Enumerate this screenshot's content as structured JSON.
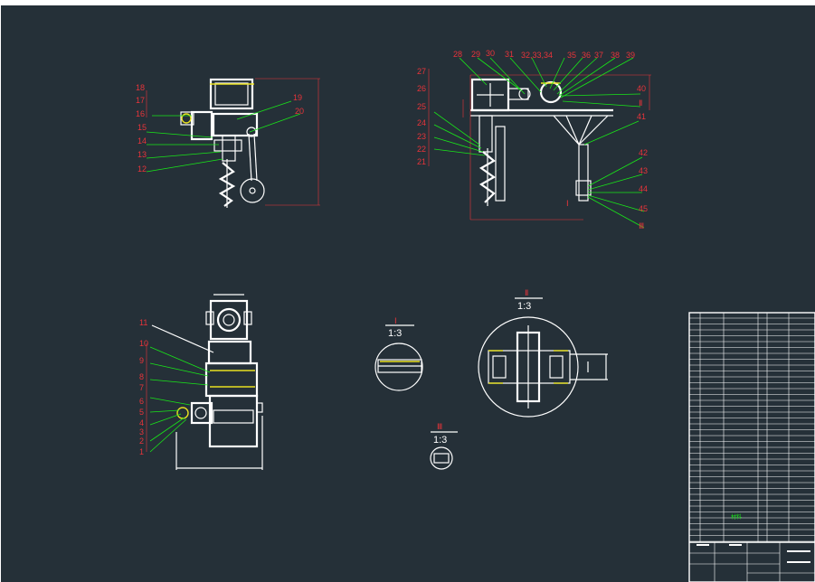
{
  "colors": {
    "background": "#253038",
    "frame": "#ffffff",
    "balloon_text": "#e8343a",
    "leader": "#19e619",
    "highlight": "#e8e020"
  },
  "views": {
    "front_left": {
      "balloons": [
        "18",
        "17",
        "16",
        "15",
        "14",
        "13",
        "12",
        "19",
        "20"
      ]
    },
    "side_right": {
      "left_balloons": [
        "27",
        "26",
        "25",
        "24",
        "23",
        "22",
        "21"
      ],
      "top_balloons": [
        "28",
        "29",
        "30",
        "31",
        "32,33,34",
        "35",
        "36",
        "37",
        "38",
        "39"
      ],
      "right_balloons": [
        "40",
        "Ⅱ",
        "41",
        "42",
        "43",
        "44",
        "45",
        "Ⅲ"
      ],
      "section_mark": "Ⅰ"
    },
    "top_left": {
      "balloons": [
        "11",
        "10",
        "9",
        "8",
        "7",
        "6",
        "5",
        "4",
        "3",
        "2",
        "1"
      ]
    }
  },
  "details": {
    "detail_1": {
      "label": "Ⅰ",
      "scale": "1:3"
    },
    "detail_2": {
      "label": "Ⅱ",
      "scale": "1:3"
    },
    "detail_3": {
      "label": "Ⅲ",
      "scale": "1:3"
    }
  },
  "title_block": {
    "mark": "材料"
  }
}
